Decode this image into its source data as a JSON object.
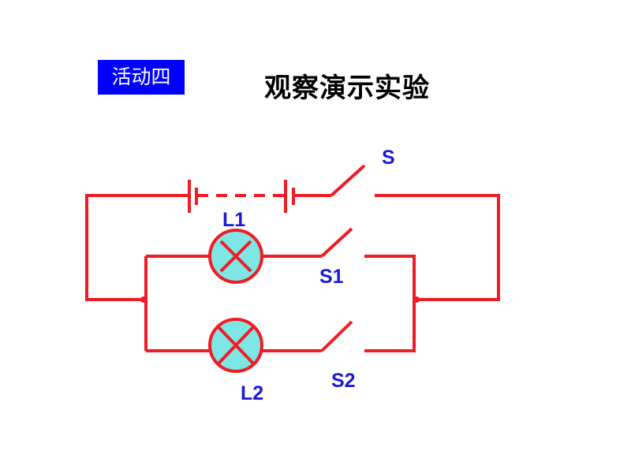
{
  "slide": {
    "badge_text": "活动四",
    "title": "观察演示实验"
  },
  "circuit": {
    "labels": {
      "main_switch": "S",
      "lamp1": "L1",
      "switch1": "S1",
      "lamp2": "L2",
      "switch2": "S2"
    },
    "colors": {
      "wire": "#ee1c24",
      "lamp_fill": "#7fe6e6",
      "label": "#1a1ad4",
      "badge_bg": "#0000ff"
    }
  }
}
